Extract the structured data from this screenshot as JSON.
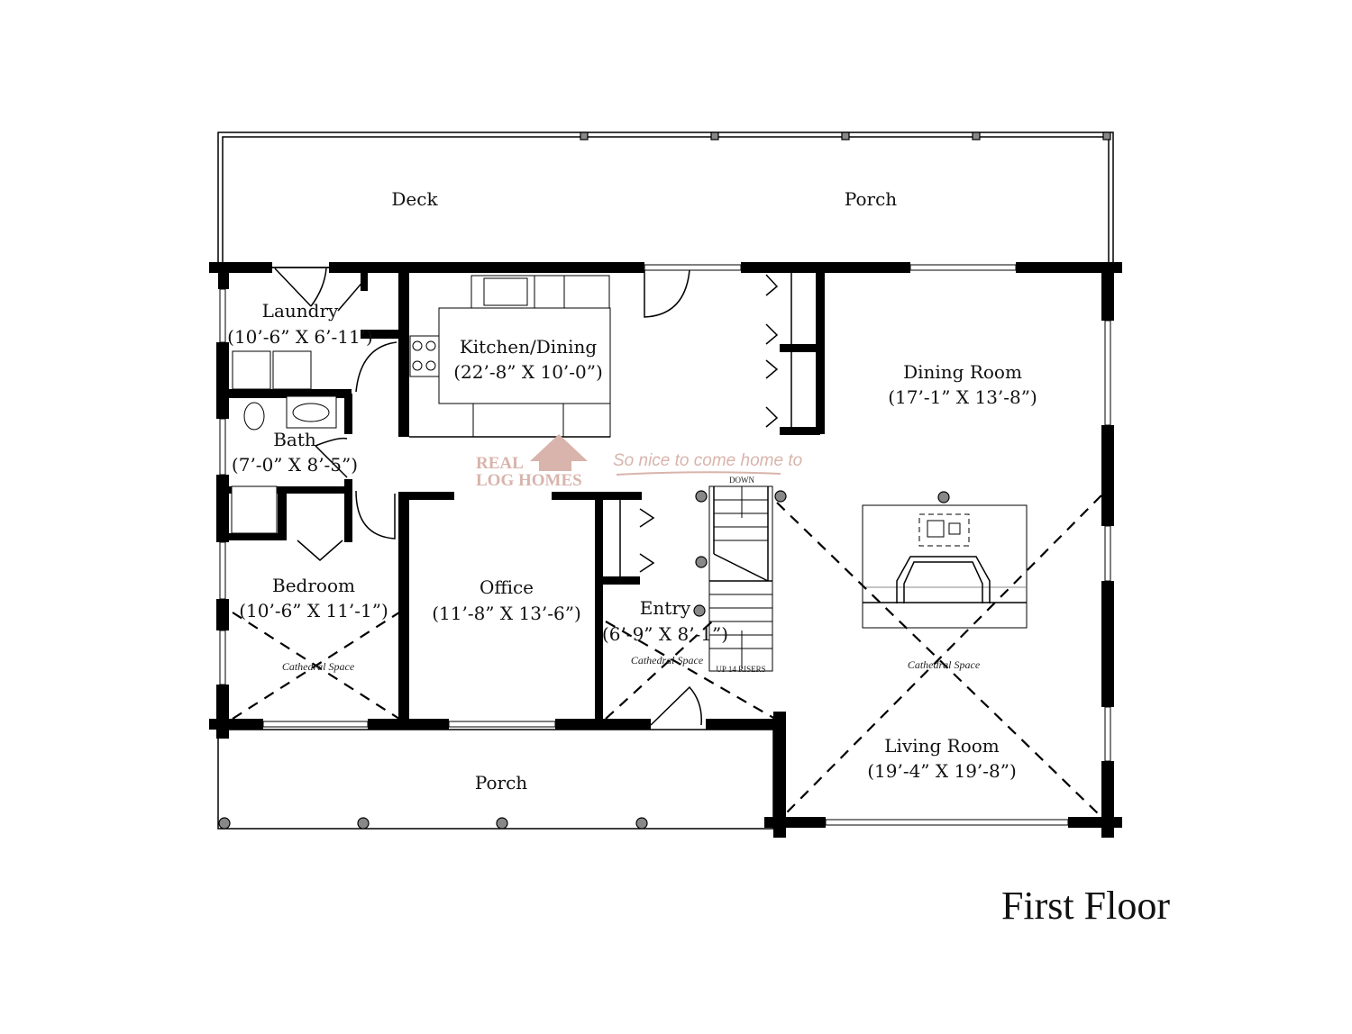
{
  "title": "First Floor",
  "logo": {
    "line1": "REAL",
    "line2": "LOG HOMES",
    "tagline": "So nice to come home to",
    "color": "#d8b4ac"
  },
  "rooms": {
    "deck": {
      "name": "Deck"
    },
    "porch_top": {
      "name": "Porch"
    },
    "laundry": {
      "name": "Laundry",
      "size": "(10’-6” X 6’-11’)"
    },
    "kitchen": {
      "name": "Kitchen/Dining",
      "size": "(22’-8” X 10’-0”)"
    },
    "dining": {
      "name": "Dining Room",
      "size": "(17’-1” X 13’-8”)"
    },
    "bath": {
      "name": "Bath",
      "size": "(7’-0” X 8’-5”)"
    },
    "bedroom": {
      "name": "Bedroom",
      "size": "(10’-6” X 11’-1”)"
    },
    "office": {
      "name": "Office",
      "size": "(11’-8” X 13’-6”)"
    },
    "entry": {
      "name": "Entry",
      "size": "(6’-9” X 8’-1”)"
    },
    "living": {
      "name": "Living Room",
      "size": "(19’-4” X 19’-8”)"
    },
    "porch_bottom": {
      "name": "Porch"
    }
  },
  "annotations": {
    "cathedral": "Cathedral Space",
    "stairs_down": "DOWN",
    "stairs_up": "UP 14 RISERS"
  }
}
